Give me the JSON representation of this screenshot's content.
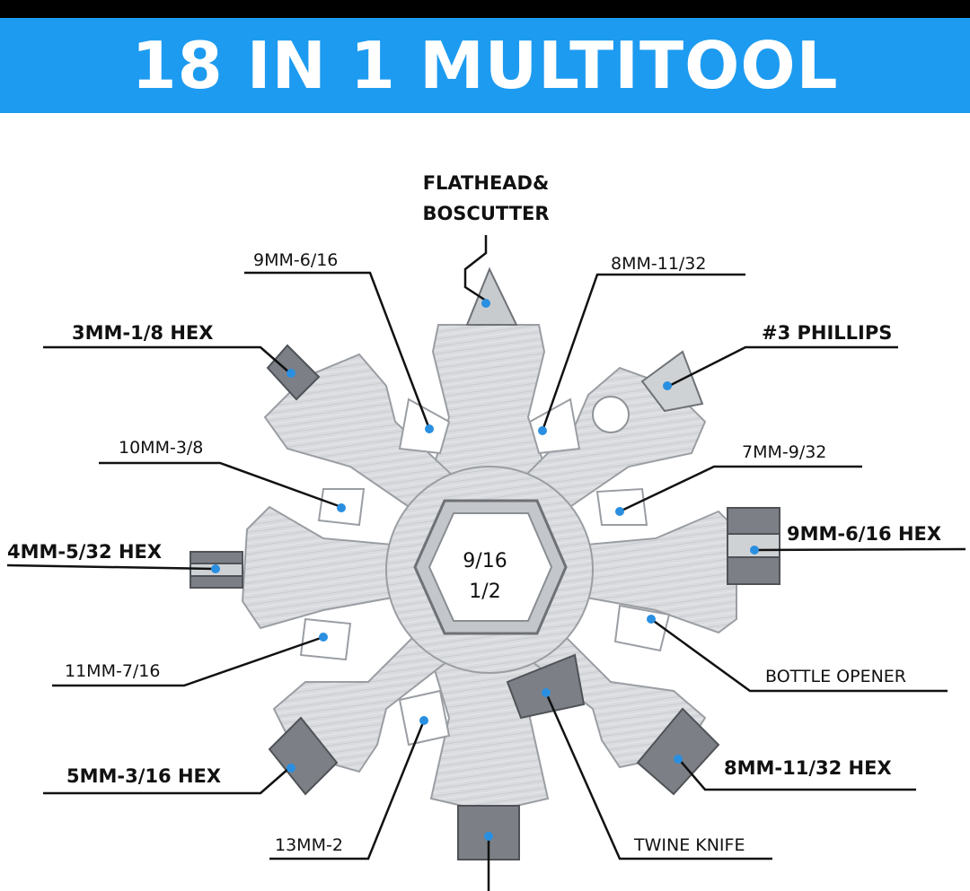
{
  "title": "18 IN 1 MULTITOOL",
  "center_text": {
    "line1": "9/16",
    "line2": "1/2"
  },
  "labels": {
    "flathead_line1": "FLATHEAD&",
    "flathead_line2": "BOSCUTTER",
    "wrench_9mm": "9MM-6/16",
    "wrench_8mm": "8MM-11/32",
    "hex_3mm": "3MM-1/8 HEX",
    "phillips": "#3 PHILLIPS",
    "wrench_10mm": "10MM-3/8",
    "wrench_7mm": "7MM-9/32",
    "hex_4mm": "4MM-5/32 HEX",
    "hex_9mm": "9MM-6/16 HEX",
    "wrench_11mm": "11MM-7/16",
    "bottle_opener": "BOTTLE OPENER",
    "hex_5mm": "5MM-3/16 HEX",
    "hex_8mm": "8MM-11/32 HEX",
    "wrench_13mm": "13MM-2",
    "twine_knife": "TWINE KNIFE"
  },
  "colors": {
    "banner": "#1d9bf0",
    "steel": "#d7d9dc",
    "steel_edge": "#9a9ea3",
    "marker": "#2a8fe0",
    "leader": "#111111"
  }
}
